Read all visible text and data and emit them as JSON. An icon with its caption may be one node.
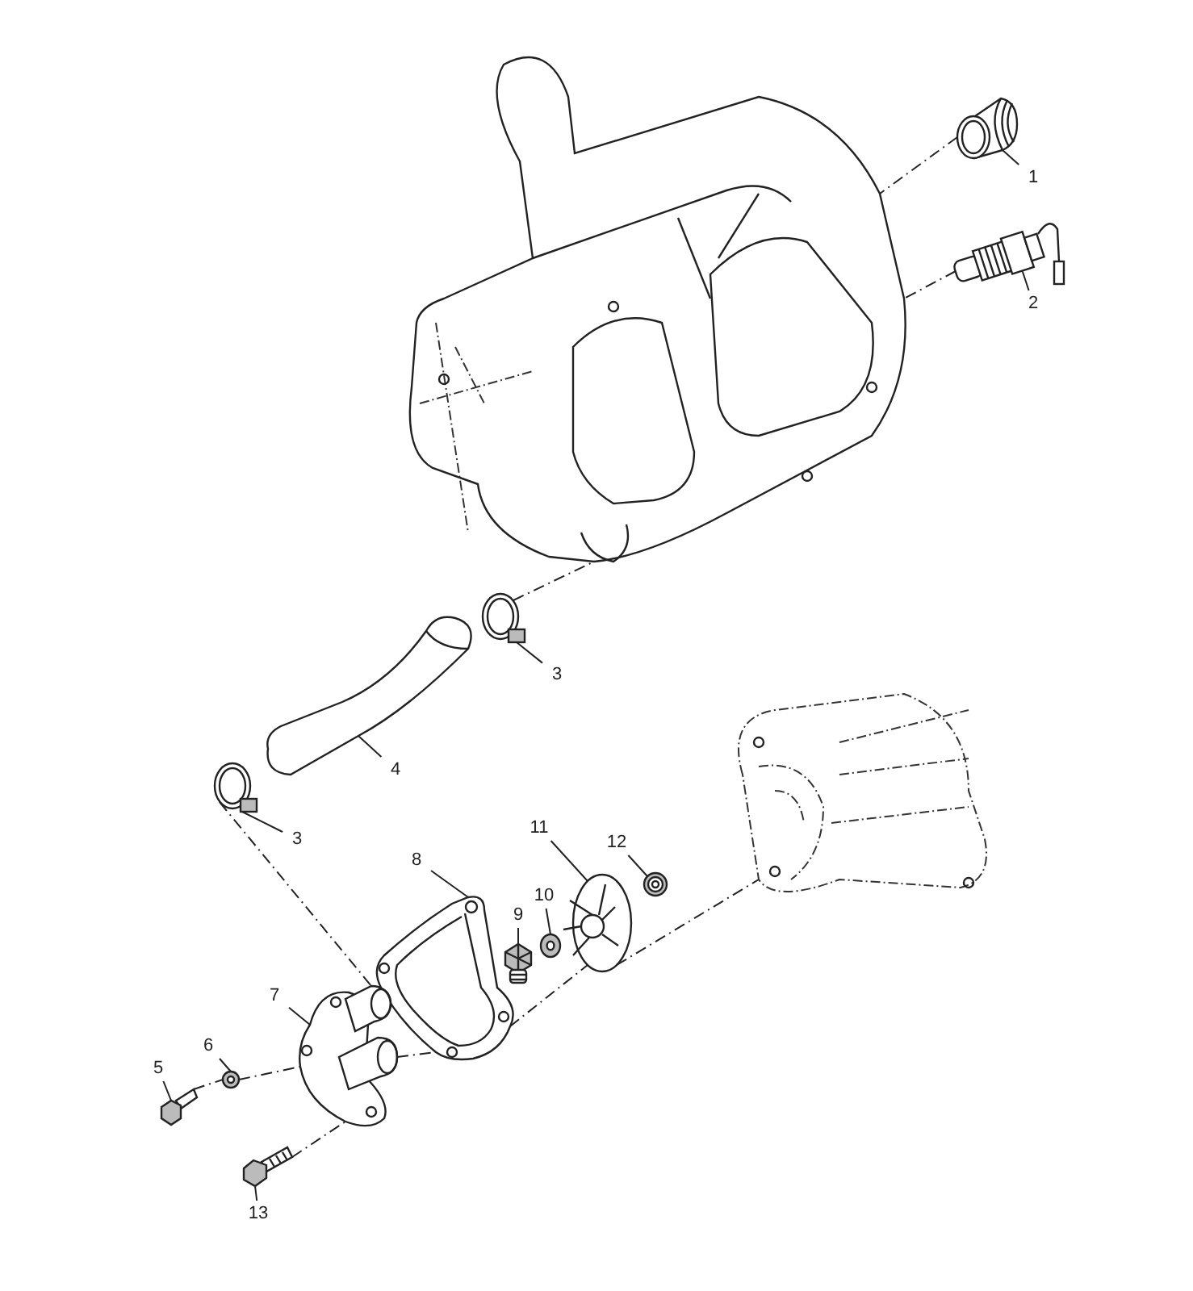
{
  "diagram": {
    "nodes": [
      {
        "text": [
          "1"
        ]
      },
      {
        "text": [
          "2"
        ]
      },
      {
        "text": [
          "3"
        ]
      },
      {
        "text": [
          "4"
        ]
      },
      {
        "text": [
          "3"
        ]
      },
      {
        "text": [
          "8"
        ]
      },
      {
        "text": [
          "11"
        ]
      },
      {
        "text": [
          "12"
        ]
      },
      {
        "text": [
          "9"
        ]
      },
      {
        "text": [
          "10"
        ]
      },
      {
        "text": [
          "7"
        ]
      },
      {
        "text": [
          "6"
        ]
      },
      {
        "text": [
          "5"
        ]
      },
      {
        "text": [
          "13"
        ]
      },
      {
        "text": [],
        "shape": "picture"
      },
      {
        "text": [],
        "shape": "picture"
      },
      {
        "text": [],
        "shape": "picture"
      },
      {
        "text": [],
        "shape": "picture"
      },
      {
        "text": [],
        "shape": "picture"
      },
      {
        "text": [],
        "shape": "picture"
      },
      {
        "text": [],
        "shape": "picture"
      },
      {
        "text": [],
        "shape": "picture"
      },
      {
        "text": [],
        "shape": "picture"
      },
      {
        "text": [],
        "shape": "picture"
      },
      {
        "text": [],
        "shape": "picture"
      },
      {
        "text": [],
        "shape": "picture"
      },
      {
        "text": [],
        "shape": "picture"
      },
      {
        "text": [],
        "shape": "picture"
      },
      {
        "text": [],
        "shape": "picture"
      },
      {
        "text": [],
        "shape": "picture"
      }
    ],
    "edges": [
      {
        "from": 0,
        "to": 14,
        "arrow": "none"
      },
      {
        "from": 1,
        "to": 15,
        "arrow": "none"
      },
      {
        "from": 2,
        "to": 16,
        "arrow": "none"
      },
      {
        "from": 3,
        "to": 17,
        "arrow": "none"
      },
      {
        "from": 4,
        "to": 18,
        "arrow": "none"
      },
      {
        "from": 5,
        "to": 19,
        "arrow": "none"
      },
      {
        "from": 6,
        "to": 20,
        "arrow": "none"
      },
      {
        "from": 7,
        "to": 21,
        "arrow": "none"
      },
      {
        "from": 8,
        "to": 22,
        "arrow": "none"
      },
      {
        "from": 9,
        "to": 23,
        "arrow": "none"
      },
      {
        "from": 10,
        "to": 24,
        "arrow": "none"
      },
      {
        "from": 11,
        "to": 25,
        "arrow": "none"
      },
      {
        "from": 12,
        "to": 26,
        "arrow": "none"
      },
      {
        "from": 13,
        "to": 27,
        "arrow": "none"
      },
      {
        "from": 18,
        "to": 24,
        "arrow": "none",
        "style": "dashed"
      },
      {
        "from": 26,
        "to": 25,
        "arrow": "none",
        "style": "dashed"
      },
      {
        "from": 25,
        "to": 24,
        "arrow": "none",
        "style": "dashed"
      },
      {
        "from": 27,
        "to": 24,
        "arrow": "none",
        "style": "dashed"
      },
      {
        "from": 14,
        "to": 28,
        "arrow": "none",
        "style": "dashed"
      },
      {
        "from": 15,
        "to": 28,
        "arrow": "none",
        "style": "dashed"
      },
      {
        "from": 16,
        "to": 28,
        "arrow": "none",
        "style": "dashed"
      },
      {
        "from": 24,
        "to": 19,
        "arrow": "none",
        "style": "dashed"
      },
      {
        "from": 19,
        "to": 20,
        "arrow": "none",
        "style": "dashed"
      },
      {
        "from": 20,
        "to": 29,
        "arrow": "none",
        "style": "dashed"
      }
    ]
  }
}
